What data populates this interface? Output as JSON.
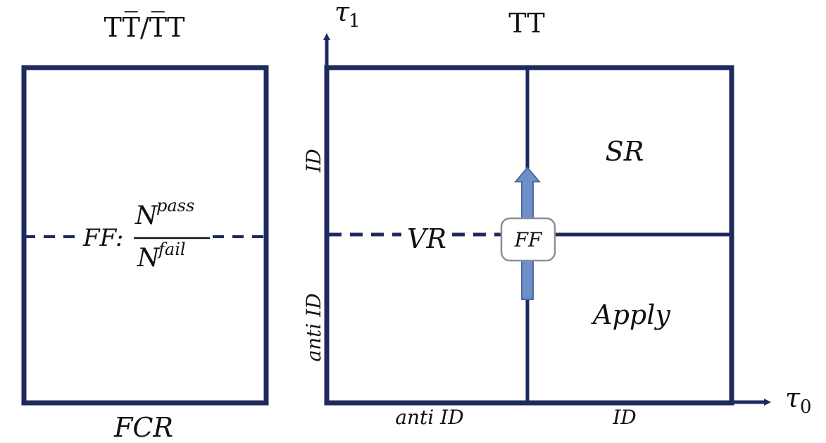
{
  "left_panel": {
    "title": "TT̅/T̅T",
    "bottom_label": "FCR",
    "formula": {
      "prefix": "FF:",
      "numerator": "N",
      "numerator_sup": "pass",
      "denominator": "N",
      "denominator_sup": "fail"
    }
  },
  "right_panel": {
    "title": "TT",
    "y_axis_label": "τ",
    "y_axis_sub": "1",
    "x_axis_label": "τ",
    "x_axis_sub": "0",
    "y_ticks": {
      "top": "ID",
      "bottom": "anti ID"
    },
    "x_ticks": {
      "left": "anti ID",
      "right": "ID"
    },
    "regions": {
      "top_right": "SR",
      "bottom_right": "Apply",
      "validation": "VR"
    },
    "ff_box": "FF"
  },
  "colors": {
    "navy": "#1e2a5e",
    "arrow_fill": "#6f8fc7",
    "arrow_stroke": "#4a6aa8",
    "box_stroke": "#8a8f99"
  }
}
